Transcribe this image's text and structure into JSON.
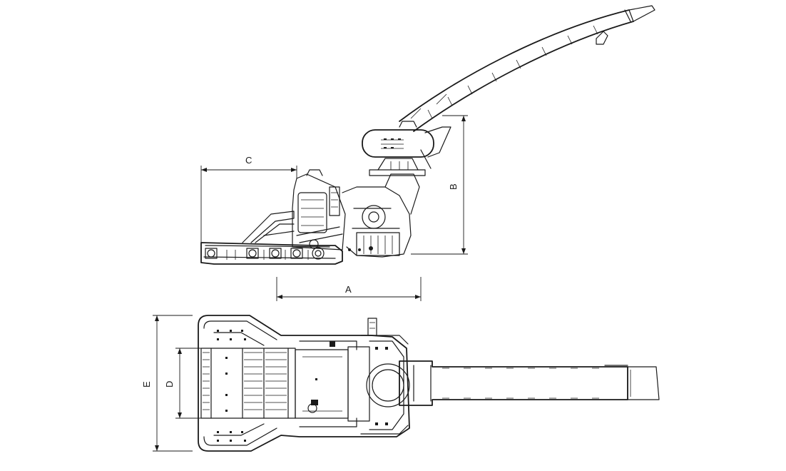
{
  "dimensions": {
    "a": "A",
    "b": "B",
    "c": "C",
    "d": "D",
    "e": "E"
  },
  "colors": {
    "line": "#1a1a1a",
    "background": "#ffffff"
  }
}
